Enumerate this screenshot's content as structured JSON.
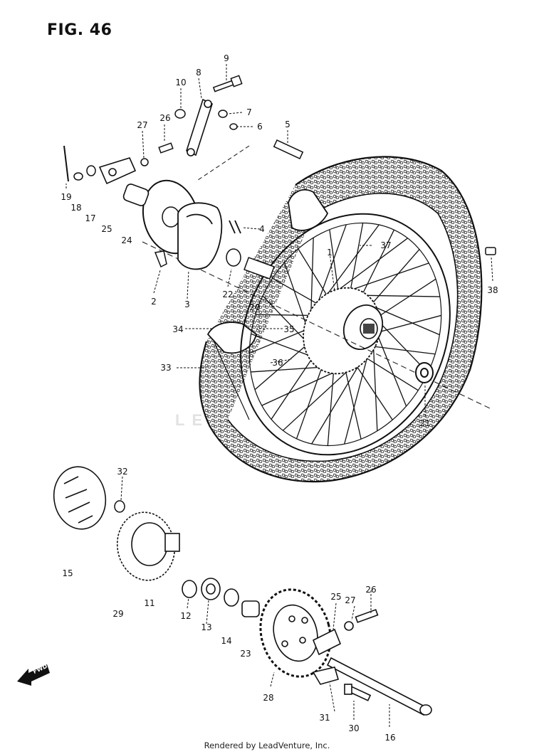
{
  "figure": {
    "title": "FIG. 46",
    "footer": "Rendered by LeadVenture, Inc.",
    "watermark": "LEADVENTURE",
    "fwd_label": "FWD"
  },
  "parts": [
    {
      "id": "9",
      "label": "9"
    },
    {
      "id": "8",
      "label": "8"
    },
    {
      "id": "10",
      "label": "10"
    },
    {
      "id": "26",
      "label": "26"
    },
    {
      "id": "7",
      "label": "7"
    },
    {
      "id": "6",
      "label": "6"
    },
    {
      "id": "27",
      "label": "27"
    },
    {
      "id": "5",
      "label": "5"
    },
    {
      "id": "19",
      "label": "19"
    },
    {
      "id": "18",
      "label": "18"
    },
    {
      "id": "17",
      "label": "17"
    },
    {
      "id": "25",
      "label": "25"
    },
    {
      "id": "24",
      "label": "24"
    },
    {
      "id": "4",
      "label": "4"
    },
    {
      "id": "1",
      "label": "1"
    },
    {
      "id": "37",
      "label": "37"
    },
    {
      "id": "38",
      "label": "38"
    },
    {
      "id": "2",
      "label": "2"
    },
    {
      "id": "3",
      "label": "3"
    },
    {
      "id": "22",
      "label": "22"
    },
    {
      "id": "20",
      "label": "20"
    },
    {
      "id": "34",
      "label": "34"
    },
    {
      "id": "35",
      "label": "35"
    },
    {
      "id": "33",
      "label": "33"
    },
    {
      "id": "36",
      "label": "36"
    },
    {
      "id": "21",
      "label": "21"
    },
    {
      "id": "32",
      "label": "32"
    },
    {
      "id": "15",
      "label": "15"
    },
    {
      "id": "29",
      "label": "29"
    },
    {
      "id": "11",
      "label": "11"
    },
    {
      "id": "12",
      "label": "12"
    },
    {
      "id": "13",
      "label": "13"
    },
    {
      "id": "14",
      "label": "14"
    },
    {
      "id": "23",
      "label": "23"
    },
    {
      "id": "27b",
      "label": "27"
    },
    {
      "id": "26b",
      "label": "26"
    },
    {
      "id": "25b",
      "label": "25"
    },
    {
      "id": "28",
      "label": "28"
    },
    {
      "id": "31",
      "label": "31"
    },
    {
      "id": "30",
      "label": "30"
    },
    {
      "id": "16",
      "label": "16"
    }
  ]
}
